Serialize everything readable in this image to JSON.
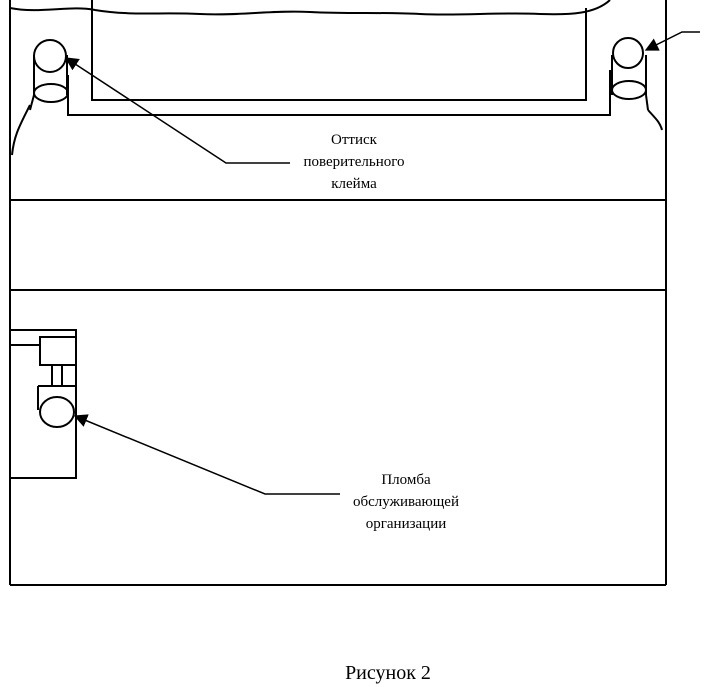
{
  "labels": {
    "verification_mark": {
      "line1": "Оттиск",
      "line2": "поверительного",
      "line3": "клейма"
    },
    "service_seal": {
      "line1": "Пломба",
      "line2": "обслуживающей",
      "line3": "организации"
    }
  },
  "caption": "Рисунок 2",
  "colors": {
    "ink": "#000000",
    "background": "#ffffff"
  }
}
